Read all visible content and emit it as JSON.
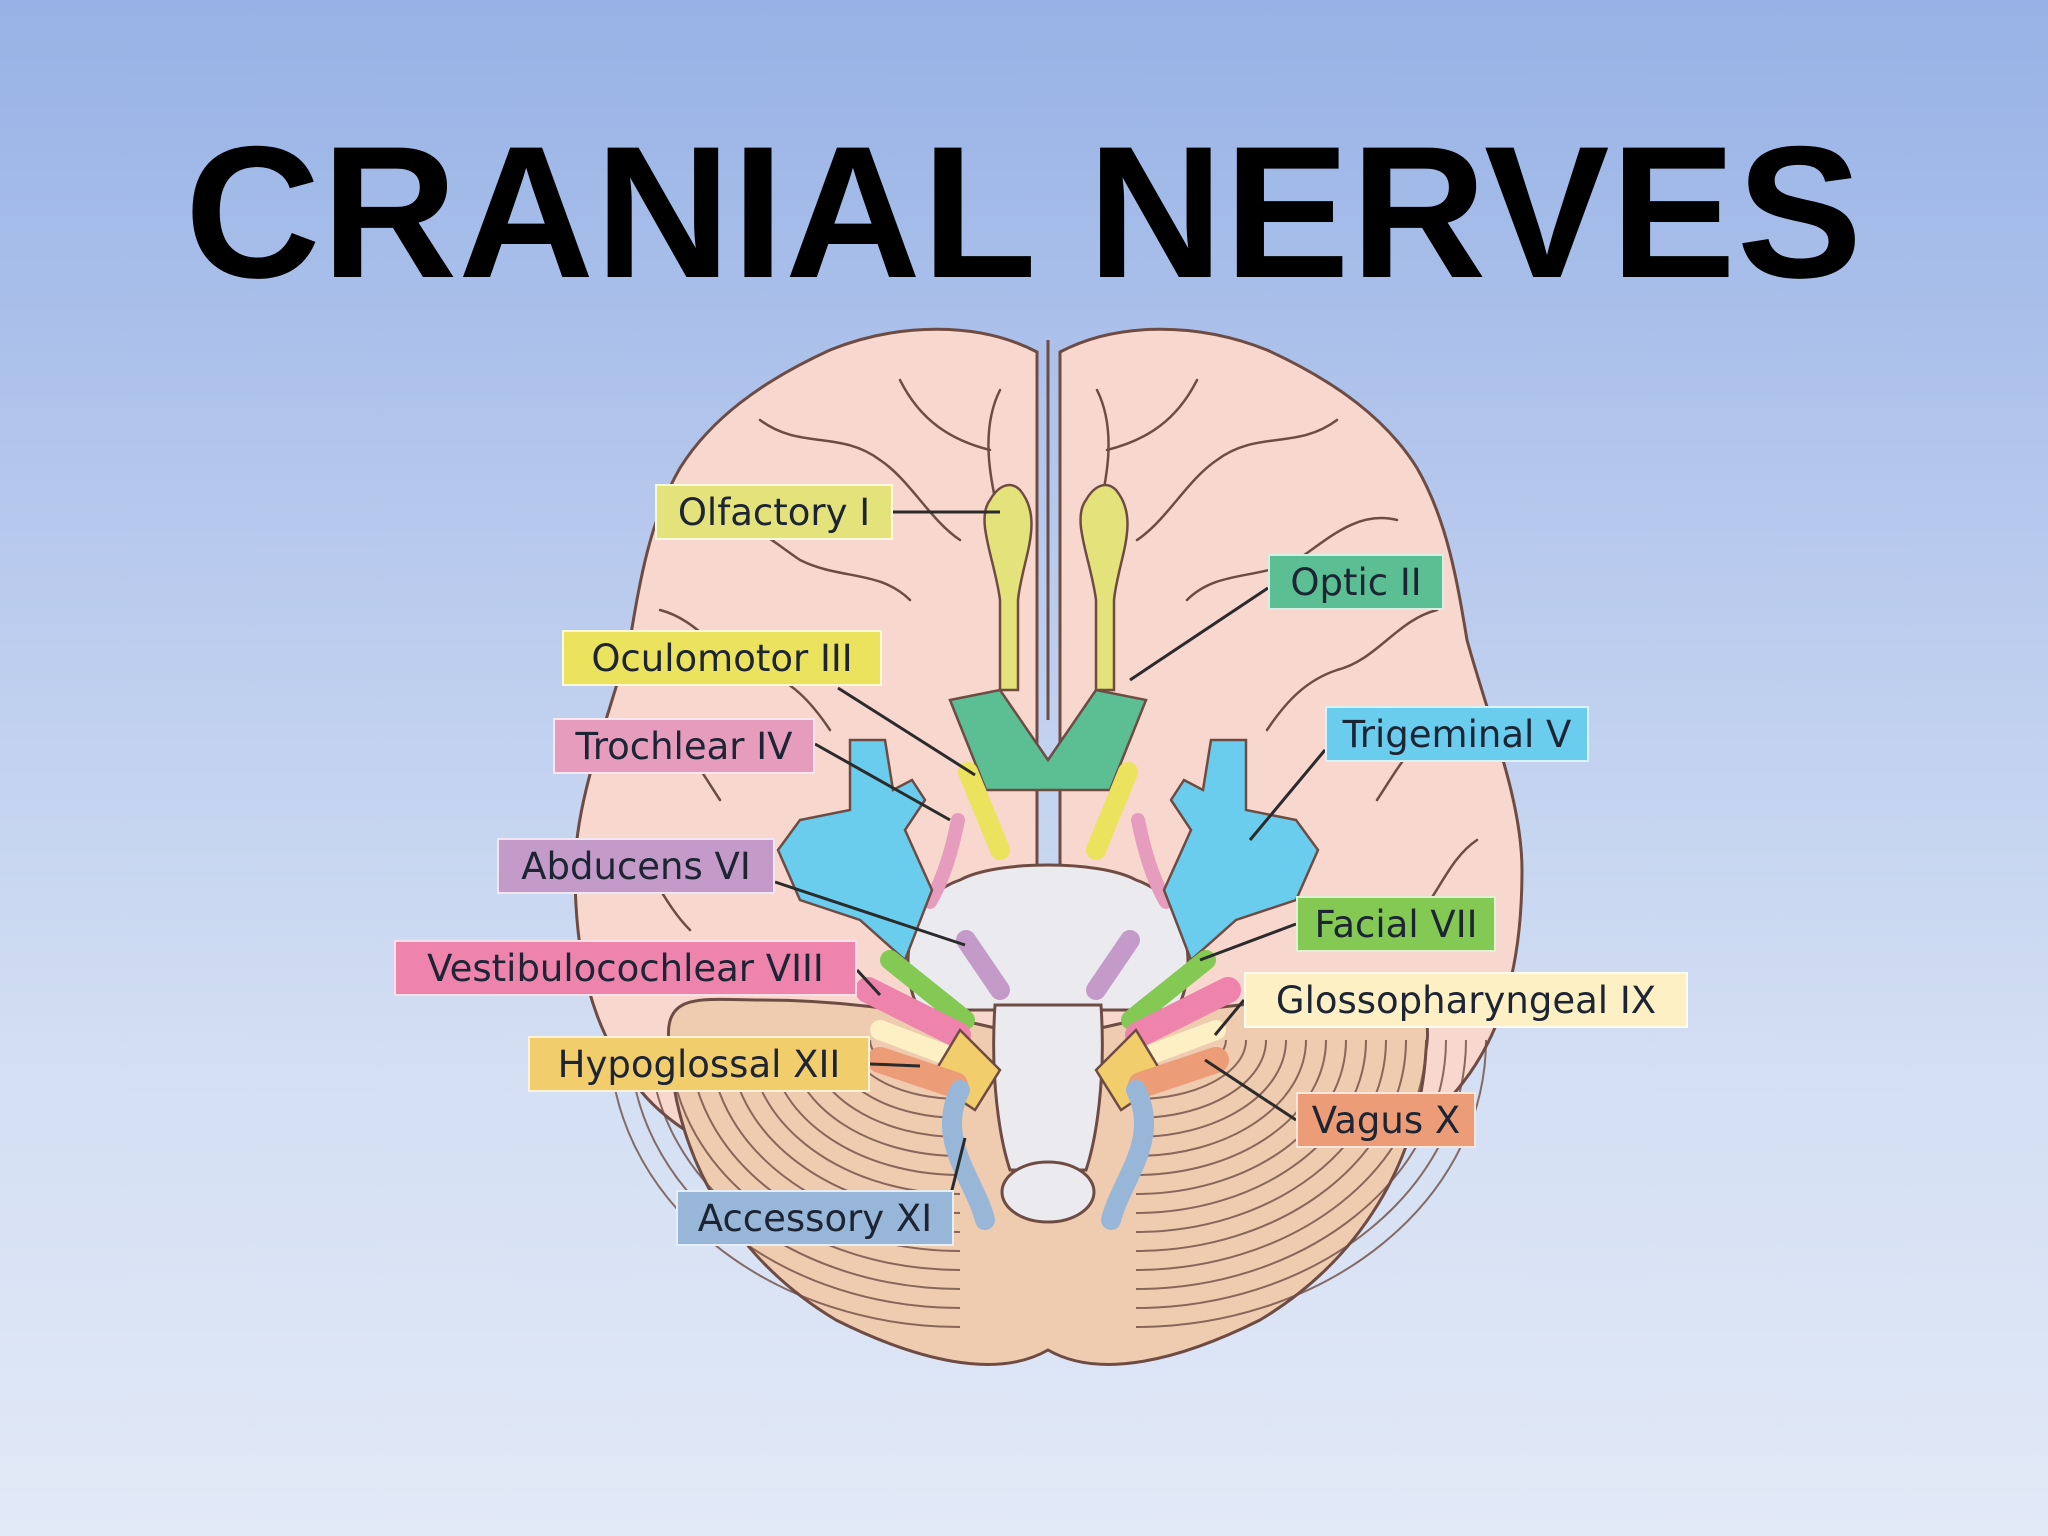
{
  "title": "CRANIAL NERVES",
  "colors": {
    "brain": "#f8d7cf",
    "brain_outline": "#6e4c44",
    "cerebellum": "#efcbb0",
    "brainstem": "#ebebef"
  },
  "nerves": [
    {
      "id": "olfactory",
      "label": "Olfactory I",
      "color": "#e4e27a",
      "text_color": "#1d2433"
    },
    {
      "id": "optic",
      "label": "Optic II",
      "color": "#5cbf93",
      "text_color": "#1d2433"
    },
    {
      "id": "oculomotor",
      "label": "Oculomotor III",
      "color": "#ebe35d",
      "text_color": "#1d2433"
    },
    {
      "id": "trochlear",
      "label": "Trochlear IV",
      "color": "#e59cbd",
      "text_color": "#1d2433"
    },
    {
      "id": "trigeminal",
      "label": "Trigeminal V",
      "color": "#6bcdee",
      "text_color": "#1d2433"
    },
    {
      "id": "abducens",
      "label": "Abducens VI",
      "color": "#c39ac8",
      "text_color": "#1d2433"
    },
    {
      "id": "facial",
      "label": "Facial VII",
      "color": "#84c954",
      "text_color": "#1d2433"
    },
    {
      "id": "vestibulocochlear",
      "label": "Vestibulocochlear VIII",
      "color": "#ee83ab",
      "text_color": "#1d2433"
    },
    {
      "id": "glossopharyngeal",
      "label": "Glossopharyngeal IX",
      "color": "#fdf0c4",
      "text_color": "#1d2433"
    },
    {
      "id": "vagus",
      "label": "Vagus X",
      "color": "#ec9d78",
      "text_color": "#1d2433"
    },
    {
      "id": "accessory",
      "label": "Accessory XI",
      "color": "#98b7d8",
      "text_color": "#1d2433"
    },
    {
      "id": "hypoglossal",
      "label": "Hypoglossal XII",
      "color": "#f1cd6c",
      "text_color": "#1d2433"
    }
  ]
}
